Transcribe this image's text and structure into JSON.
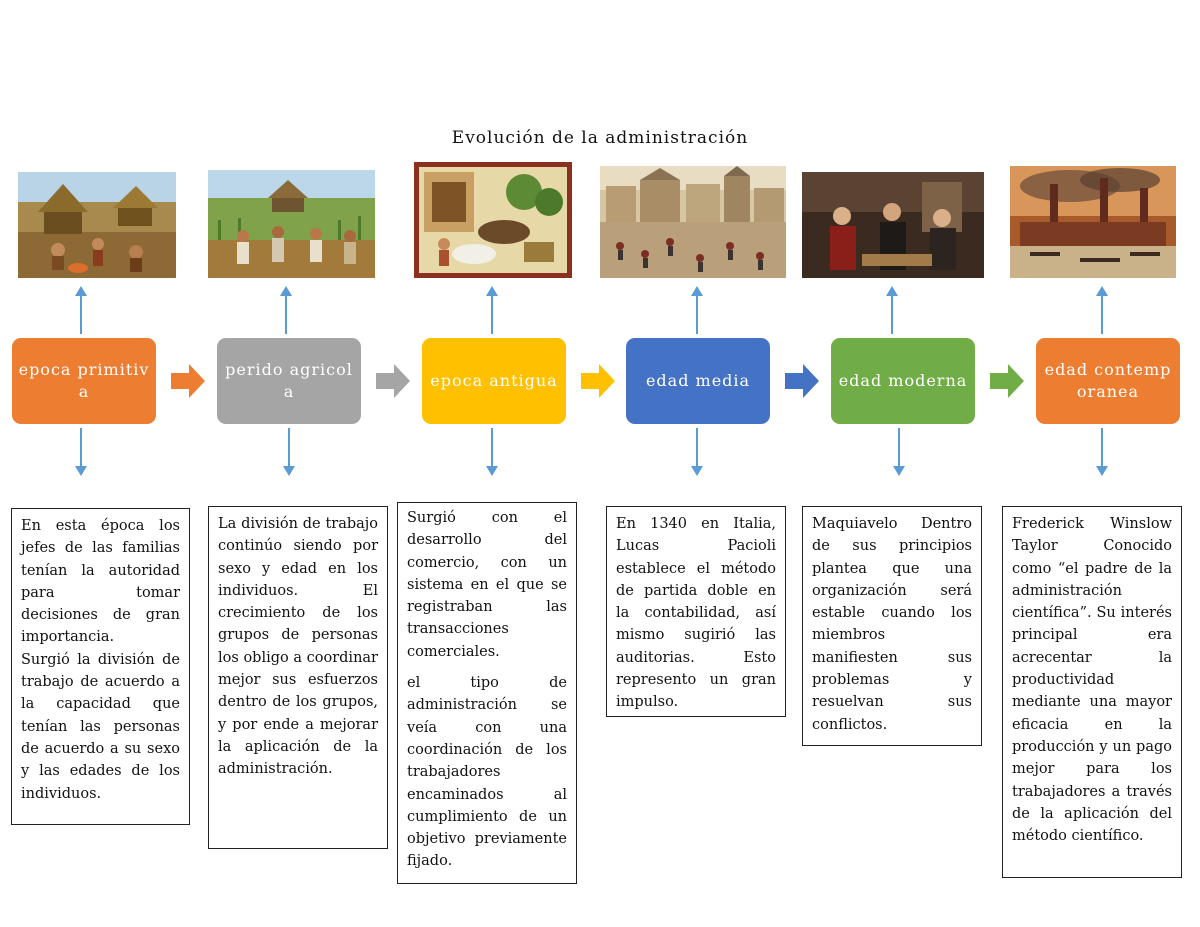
{
  "title": "Evolución de la administración",
  "colors": {
    "arrow_blue": "#5b9bd5",
    "stage_orange": "#ed7d31",
    "stage_gray": "#a5a5a5",
    "stage_yellow": "#ffc000",
    "stage_blue": "#4472c4",
    "stage_green": "#70ad47"
  },
  "stages": [
    {
      "label": "epoca primitiva",
      "color": "#ed7d31",
      "image": "prehistoric-village-illustration"
    },
    {
      "label": "perido agricola",
      "color": "#a5a5a5",
      "image": "ancient-farming-illustration"
    },
    {
      "label": "epoca antigua",
      "color": "#ffc000",
      "image": "ancient-trade-illustration"
    },
    {
      "label": "edad media",
      "color": "#4472c4",
      "image": "medieval-town-painting"
    },
    {
      "label": "edad moderna",
      "color": "#70ad47",
      "image": "renaissance-court-painting"
    },
    {
      "label": "edad contemporanea",
      "color": "#ed7d31",
      "image": "industrial-factory-painting"
    }
  ],
  "descriptions": [
    {
      "paragraphs": [
        "En esta época los jefes de las familias tenían la autoridad para tomar decisiones de gran importancia.",
        "Surgió la división de trabajo de acuerdo a la capacidad que tenían las personas de acuerdo a su sexo y las edades de los individuos."
      ]
    },
    {
      "paragraphs": [
        "La división de trabajo continúo siendo por sexo y edad en los individuos. El crecimiento de los grupos de personas los obligo a coordinar mejor sus esfuerzos dentro de los grupos, y por ende a mejorar la aplicación de la administración."
      ]
    },
    {
      "paragraphs": [
        "Surgió con el desarrollo del comercio, con un sistema en el que se registraban las transacciones comerciales.",
        "el tipo de administración se veía con una coordinación de los trabajadores encaminados al cumplimiento de un objetivo previamente fijado."
      ]
    },
    {
      "paragraphs": [
        "En 1340 en Italia, Lucas Pacioli establece el método de partida doble en la contabilidad, así mismo sugirió las auditorias. Esto represento un gran impulso."
      ]
    },
    {
      "paragraphs": [
        "Maquiavelo Dentro de sus principios plantea que una organización será estable cuando los miembros manifiesten sus problemas y resuelvan sus conflictos."
      ]
    },
    {
      "paragraphs": [
        "Frederick Winslow Taylor Conocido como “el padre de la administración científica”. Su interés principal era acrecentar la productividad mediante una mayor eficacia en la producción y un pago mejor para los trabajadores a través de la aplicación del método científico."
      ]
    }
  ]
}
